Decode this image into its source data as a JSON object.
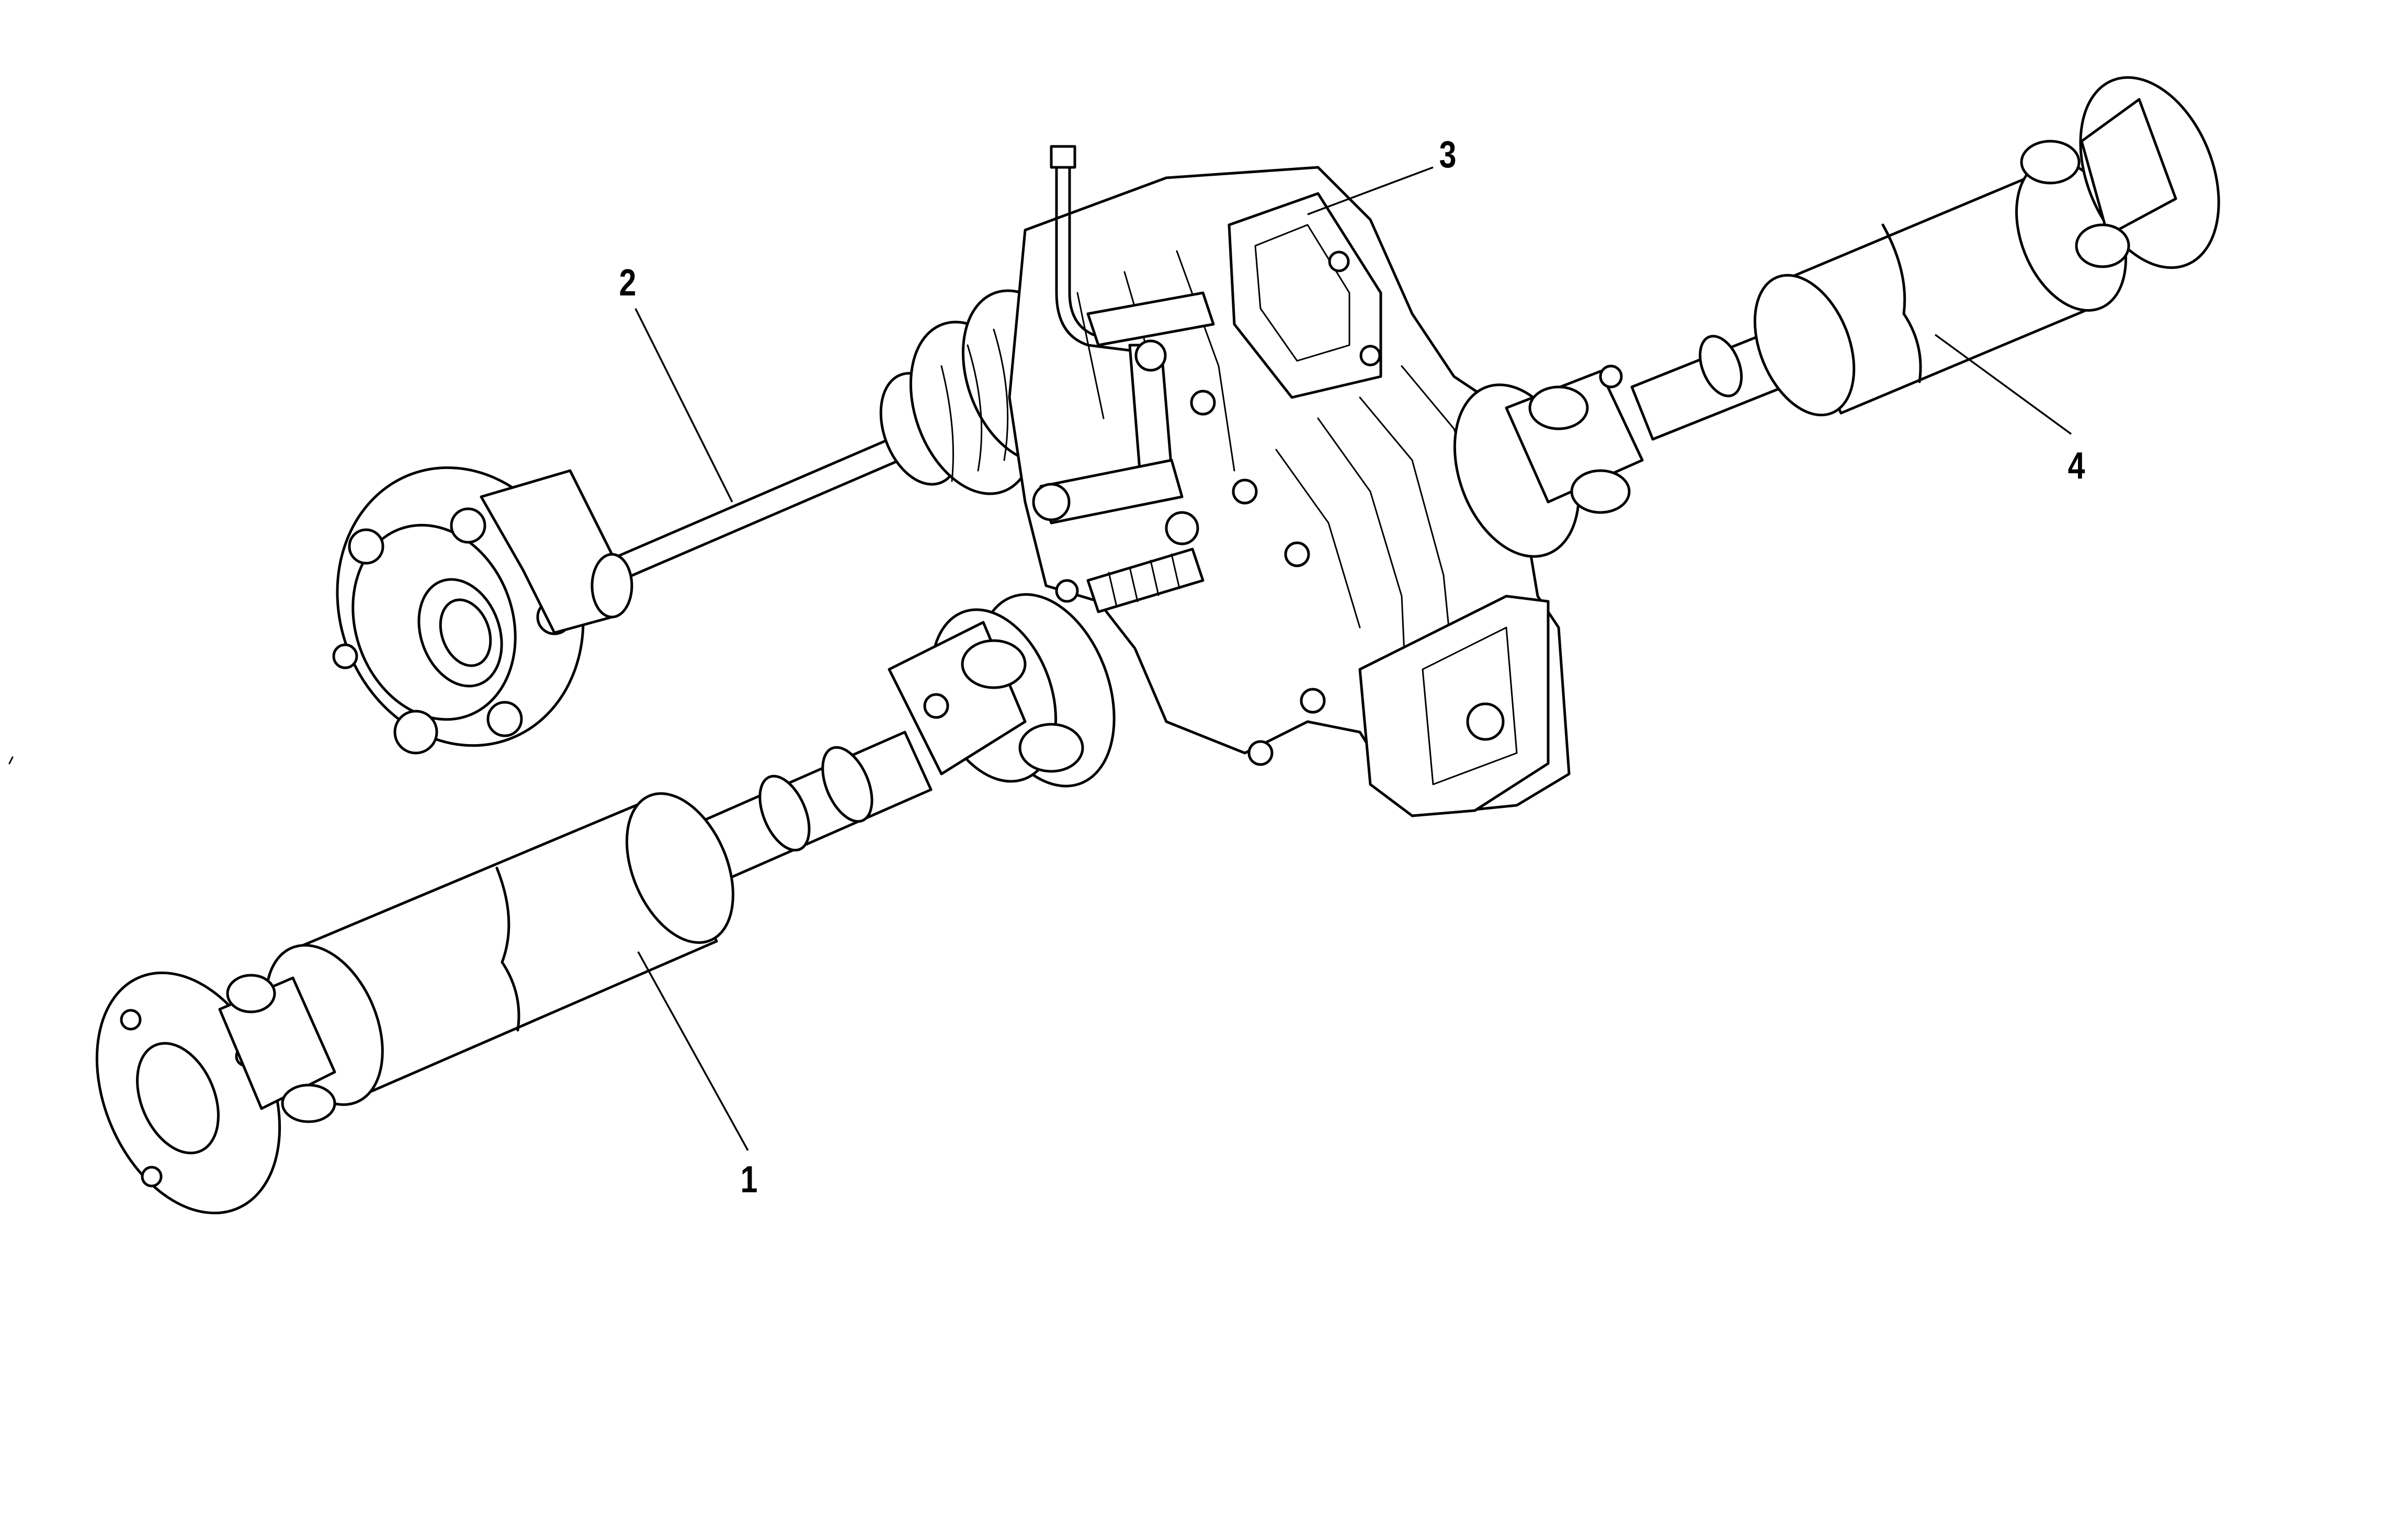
{
  "diagram": {
    "callouts": [
      {
        "id": "label-1",
        "text": "1"
      },
      {
        "id": "label-2",
        "text": "2"
      },
      {
        "id": "label-3",
        "text": "3"
      },
      {
        "id": "label-4",
        "text": "4"
      }
    ],
    "parts": [
      "rear-propeller-shaft",
      "front-output-shaft-with-flexible-coupling",
      "transfer-gearbox",
      "front-propeller-shaft"
    ]
  }
}
